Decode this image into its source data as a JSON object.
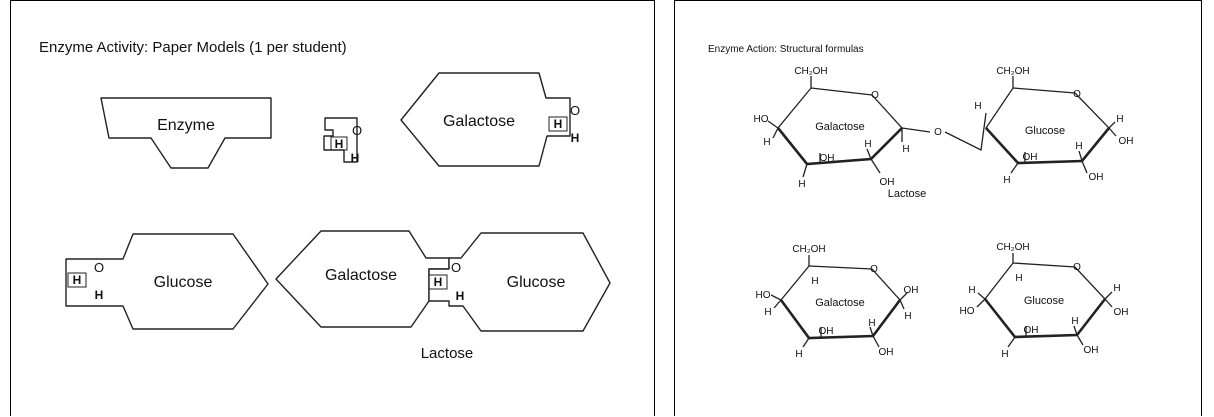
{
  "left_panel": {
    "title": "Enzyme Activity: Paper Models  (1 per student)",
    "enzyme_label": "Enzyme",
    "water_o": "O",
    "water_h1": "H",
    "water_h2": "H",
    "galactose_label": "Galactose",
    "galactose_o": "O",
    "galactose_h": "H",
    "glucose_label": "Glucose",
    "glucose_o": "O",
    "glucose_h1": "H",
    "glucose_h2": "H",
    "lactose_galactose_label": "Galactose",
    "lactose_glucose_label": "Glucose",
    "lactose_o": "O",
    "lactose_h1": "H",
    "lactose_h2": "H",
    "lactose_label": "Lactose"
  },
  "right_panel": {
    "title": "Enzyme Action: Structural formulas",
    "lactose_label": "Lactose",
    "ch2oh": "CH₂OH",
    "oh": "OH",
    "ho": "HO",
    "h": "H",
    "ring_o": "O",
    "link_o": "O",
    "galactose_label": "Galactose",
    "glucose_label": "Glucose"
  }
}
